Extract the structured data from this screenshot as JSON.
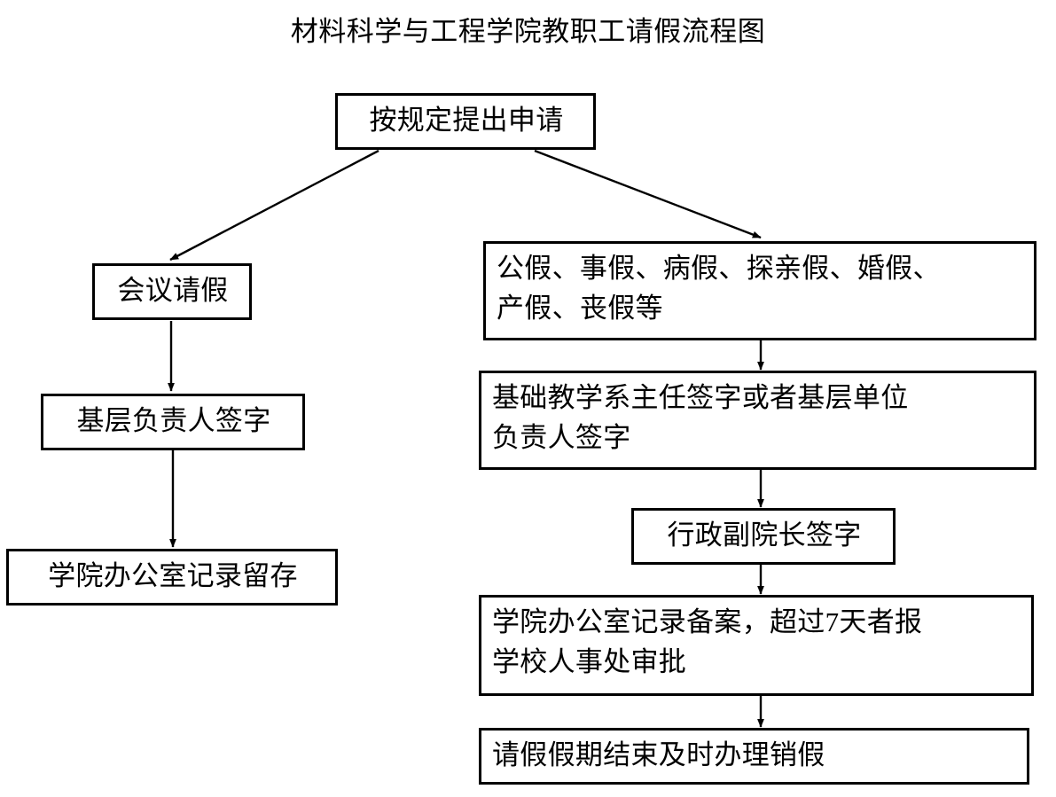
{
  "title": "材料科学与工程学院教职工请假流程图",
  "colors": {
    "background": "#ffffff",
    "line": "#000000",
    "text": "#000000"
  },
  "nodes": {
    "start": {
      "label": "按规定提出申请"
    },
    "left_1": {
      "label": "会议请假"
    },
    "left_2": {
      "label": "基层负责人签字"
    },
    "left_3": {
      "label": "学院办公室记录留存"
    },
    "right_1": {
      "label": "公假、事假、病假、探亲假、婚假、\n产假、丧假等"
    },
    "right_2": {
      "label": "基础教学系主任签字或者基层单位\n负责人签字"
    },
    "right_3": {
      "label": "行政副院长签字"
    },
    "right_4": {
      "label": "学院办公室记录备案，超过7天者报\n学校人事处审批"
    },
    "right_5": {
      "label": "请假假期结束及时办理销假"
    }
  },
  "edges": [
    {
      "name": "start-to-meeting-leave",
      "from": "start",
      "to": "left_1",
      "style": "diagonal-arrow"
    },
    {
      "name": "start-to-leave-types",
      "from": "start",
      "to": "right_1",
      "style": "diagonal-arrow"
    },
    {
      "name": "meeting-leave-to-grassroots-sign",
      "from": "left_1",
      "to": "left_2",
      "style": "vertical-arrow"
    },
    {
      "name": "grassroots-sign-to-office-record",
      "from": "left_2",
      "to": "left_3",
      "style": "vertical-arrow"
    },
    {
      "name": "leave-types-to-dept-head-sign",
      "from": "right_1",
      "to": "right_2",
      "style": "vertical-arrow"
    },
    {
      "name": "dept-head-sign-to-vice-dean-sign",
      "from": "right_2",
      "to": "right_3",
      "style": "vertical-arrow"
    },
    {
      "name": "vice-dean-sign-to-office-filing",
      "from": "right_3",
      "to": "right_4",
      "style": "vertical-arrow"
    },
    {
      "name": "office-filing-to-leave-cancel",
      "from": "right_4",
      "to": "right_5",
      "style": "vertical-arrow"
    }
  ]
}
